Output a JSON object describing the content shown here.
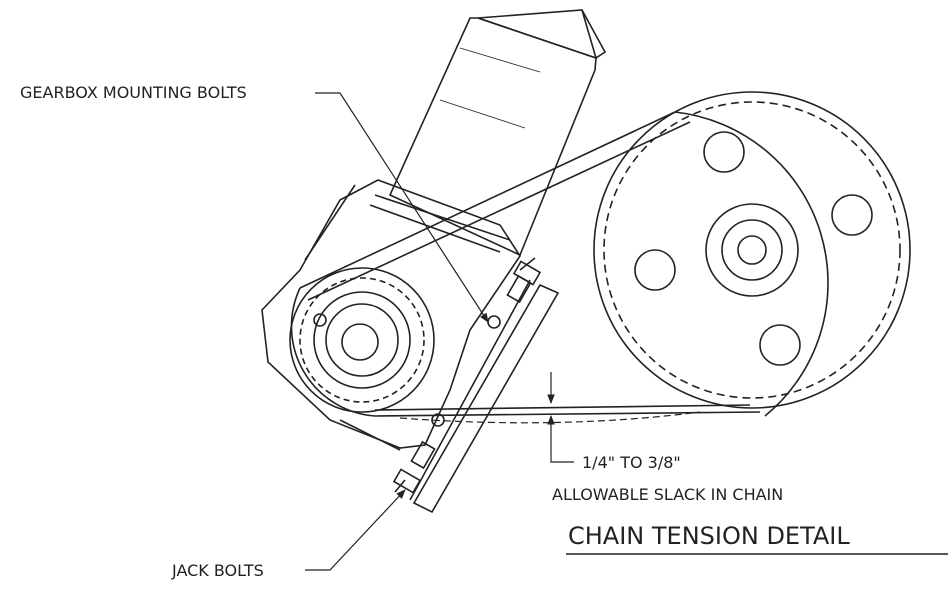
{
  "labels": {
    "gearbox_bolts": "GEARBOX MOUNTING BOLTS",
    "slack_range": "1/4\" TO 3/8\"",
    "slack_caption": "ALLOWABLE SLACK IN CHAIN",
    "detail_title": "CHAIN TENSION DETAIL",
    "jack_bolts": "JACK BOLTS"
  },
  "colors": {
    "line": "#222222",
    "background": "#ffffff"
  }
}
